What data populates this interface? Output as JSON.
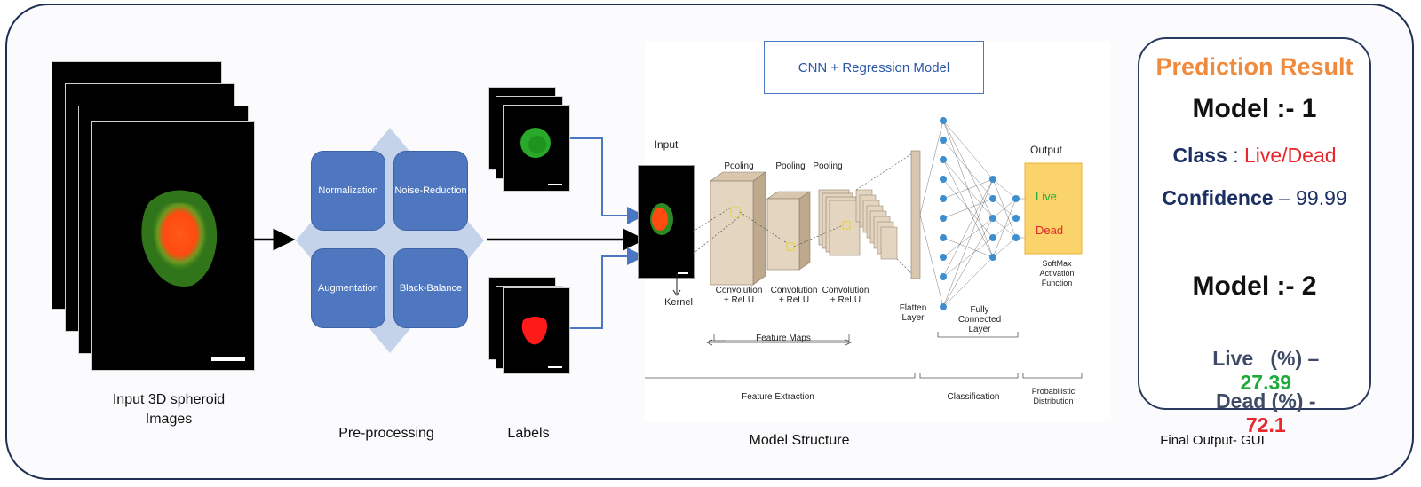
{
  "input": {
    "caption_line1": "Input 3D spheroid",
    "caption_line2": "Images"
  },
  "preprocessing": {
    "steps": [
      "Normalization",
      "Noise-Reduction",
      "Augmentation",
      "Black-Balance"
    ],
    "caption": "Pre-processing"
  },
  "labels": {
    "caption": "Labels"
  },
  "model": {
    "title": "CNN + Regression Model",
    "input_label": "Input",
    "kernel_label": "Kernel",
    "pooling_label": "Pooling",
    "conv_label": "Convolution + ReLU",
    "flatten_label": "Flatten Layer",
    "fc_label": "Fully Connected Layer",
    "output_label": "Output",
    "output_live": "Live",
    "output_dead": "Dead",
    "softmax_label": "SoftMax Activation Function",
    "feature_maps_label": "Feature Maps",
    "feature_extraction_label": "Feature Extraction",
    "classification_label": "Classification",
    "prob_dist_label": "Probabilistic Distribution",
    "caption": "Model Structure"
  },
  "result": {
    "title": "Prediction Result",
    "model1_heading": "Model :- 1",
    "class_label": "Class",
    "class_sep": ":",
    "class_value": "Live/Dead",
    "confidence_label": "Confidence",
    "confidence_sep": "–",
    "confidence_value": "99.99",
    "model2_heading": "Model :- 2",
    "live_label": "Live   (%) –",
    "live_value": "27.39",
    "dead_label": "Dead (%) -",
    "dead_value": "72.1",
    "caption": "Final Output- GUI"
  },
  "colors": {
    "frame": "#1f2f54",
    "box_blue": "#4f77c0",
    "diamond": "#c5d3ea",
    "title_orange": "#f08a3c",
    "navy": "#1c2f63",
    "red": "#e8262b",
    "green": "#1faa3c",
    "output_yellow": "#fbd36b"
  }
}
